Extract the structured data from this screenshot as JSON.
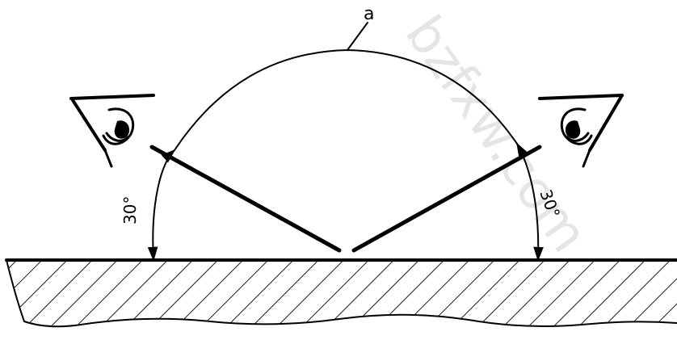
{
  "diagram": {
    "label_a": "a",
    "angle_left": "30°",
    "angle_right": "30°",
    "watermark": "bzfxw.com"
  },
  "icons": {
    "left_eye": "eye-icon",
    "right_eye": "eye-icon"
  },
  "colors": {
    "stroke": "#000000",
    "background": "#ffffff"
  }
}
